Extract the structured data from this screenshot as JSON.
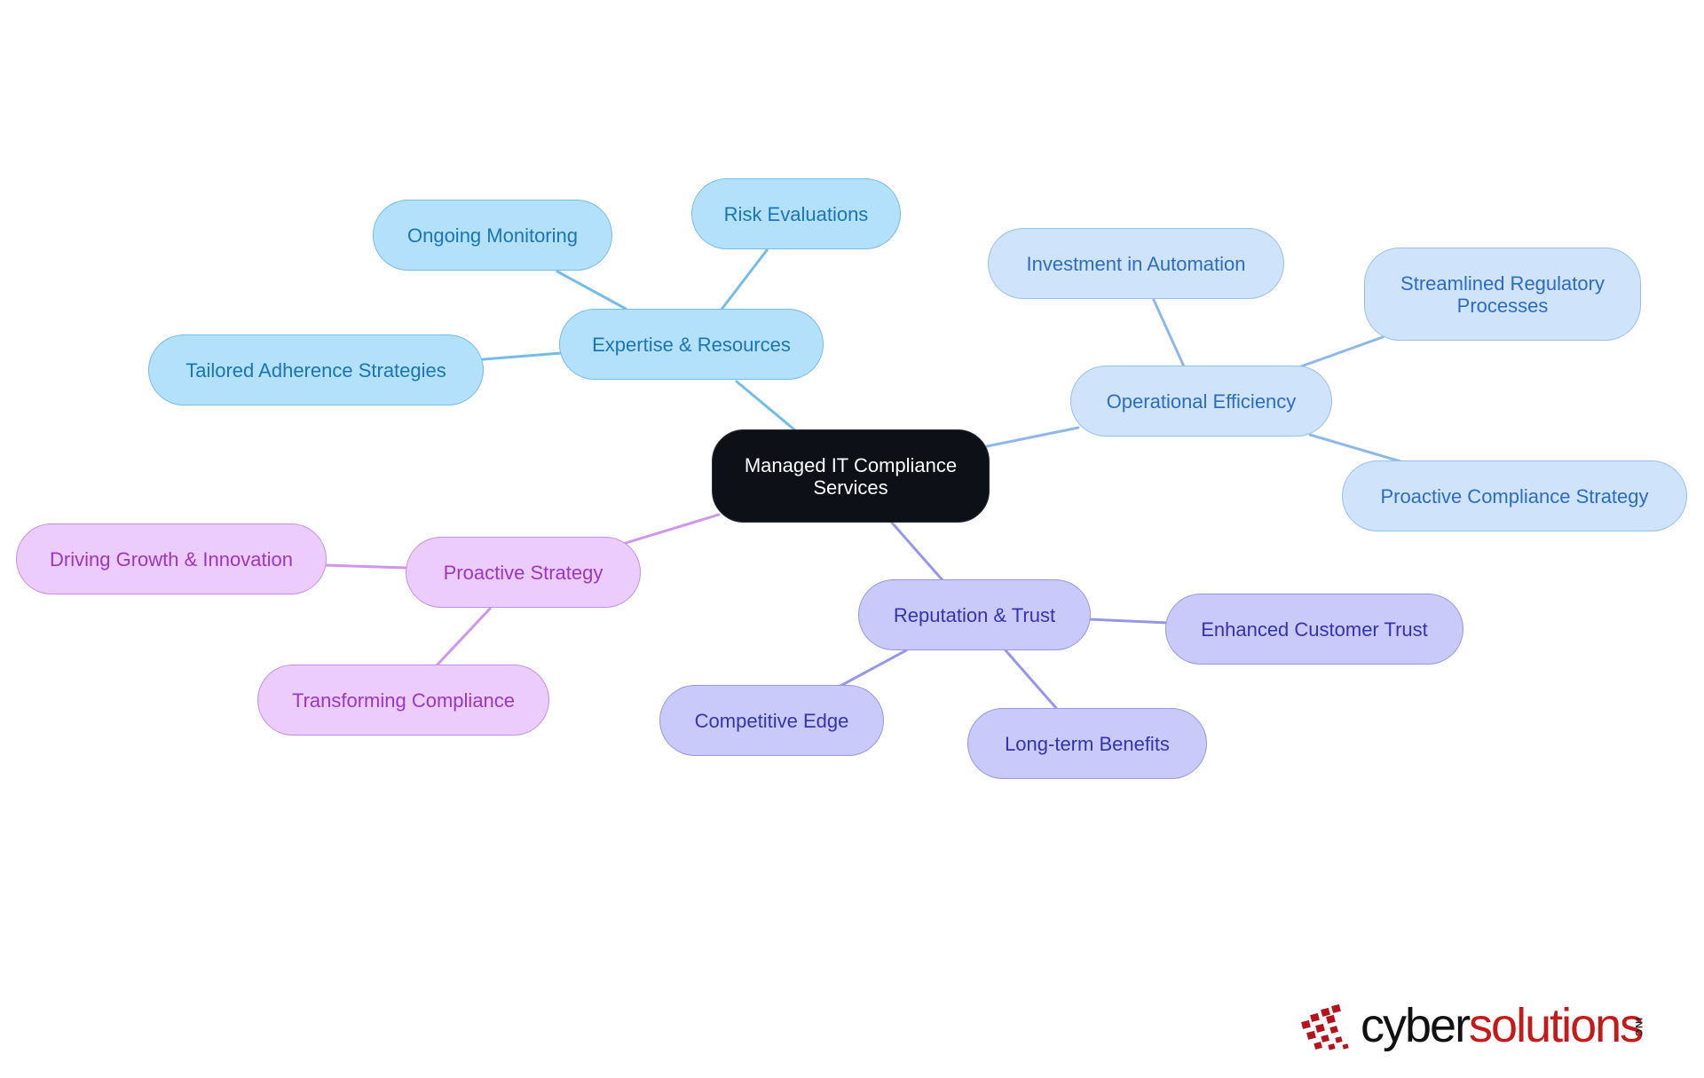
{
  "diagram": {
    "root": {
      "label": "Managed IT Compliance Services",
      "lines": [
        "Managed IT Compliance",
        "Services"
      ]
    },
    "branches": [
      {
        "label": "Expertise & Resources",
        "color_scheme": "blue",
        "children": [
          "Risk Evaluations",
          "Ongoing Monitoring",
          "Tailored Adherence Strategies"
        ]
      },
      {
        "label": "Operational Efficiency",
        "color_scheme": "light-blue",
        "children": [
          "Investment in Automation",
          "Streamlined Regulatory Processes",
          "Proactive Compliance Strategy"
        ]
      },
      {
        "label": "Reputation & Trust",
        "color_scheme": "violet",
        "children": [
          "Enhanced Customer Trust",
          "Long-term Benefits",
          "Competitive Edge"
        ]
      },
      {
        "label": "Proactive Strategy",
        "color_scheme": "purple",
        "children": [
          "Driving Growth & Innovation",
          "Transforming Compliance"
        ]
      }
    ],
    "streamlined_lines": [
      "Streamlined Regulatory",
      "Processes"
    ]
  },
  "colors": {
    "root_bg": "#0d1117",
    "blue_edge": "#74bde8",
    "light_blue_edge": "#8fb8ea",
    "violet_edge": "#9697e6",
    "purple_edge": "#cf96ee"
  },
  "logo": {
    "part1": "cyber",
    "part2": "solutions",
    "suffix": "INC"
  }
}
